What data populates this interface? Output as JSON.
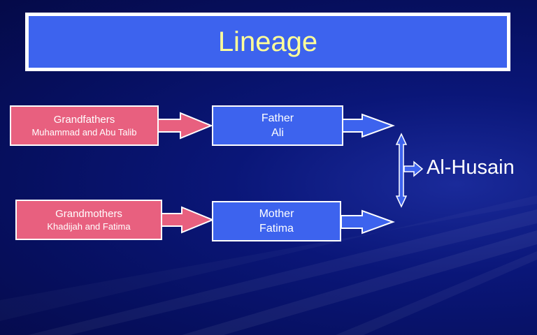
{
  "title": "Lineage",
  "grandfathers": {
    "label": "Grandfathers",
    "names": "Muhammad and Abu Talib"
  },
  "grandmothers": {
    "label": "Grandmothers",
    "names": "Khadijah and Fatima"
  },
  "father": {
    "label": "Father",
    "name": "Ali"
  },
  "mother": {
    "label": "Mother",
    "name": "Fatima"
  },
  "child": "Al-Husain",
  "colors": {
    "background": "#0a1678",
    "title_box": "#3d63ee",
    "title_text": "#ffff99",
    "grandparent_box": "#e8607f",
    "parent_box": "#3d63ee"
  }
}
